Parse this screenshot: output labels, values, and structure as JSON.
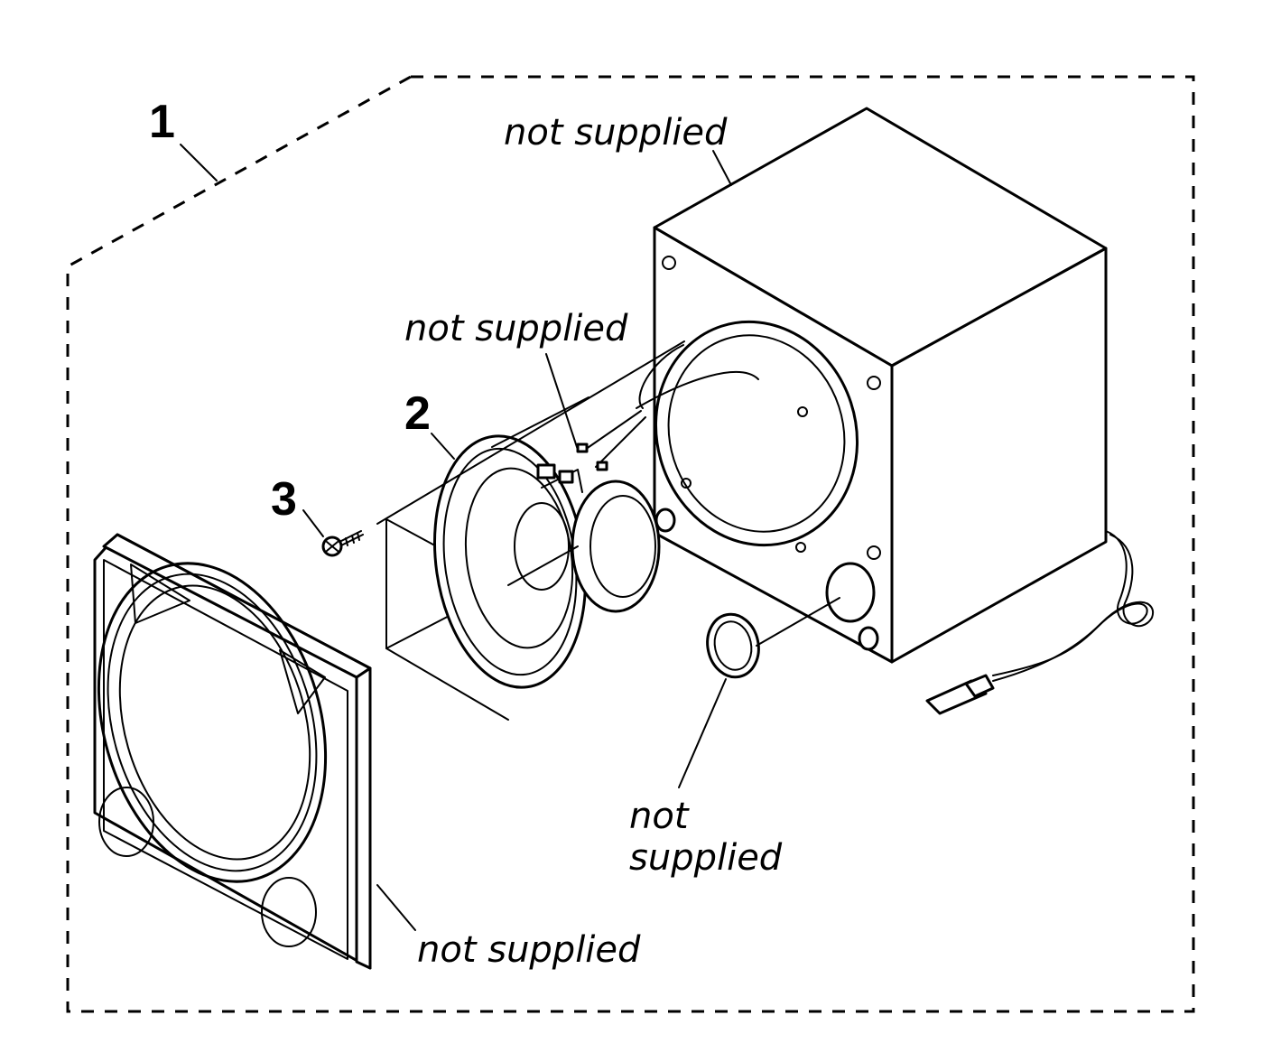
{
  "diagram": {
    "callouts": {
      "assembly": "1",
      "speaker_unit": "2",
      "screw": "3"
    },
    "notes": {
      "cabinet": "not supplied",
      "wiring": "not supplied",
      "port_cap_line1": "not",
      "port_cap_line2": "supplied",
      "front_grille": "not supplied"
    }
  }
}
